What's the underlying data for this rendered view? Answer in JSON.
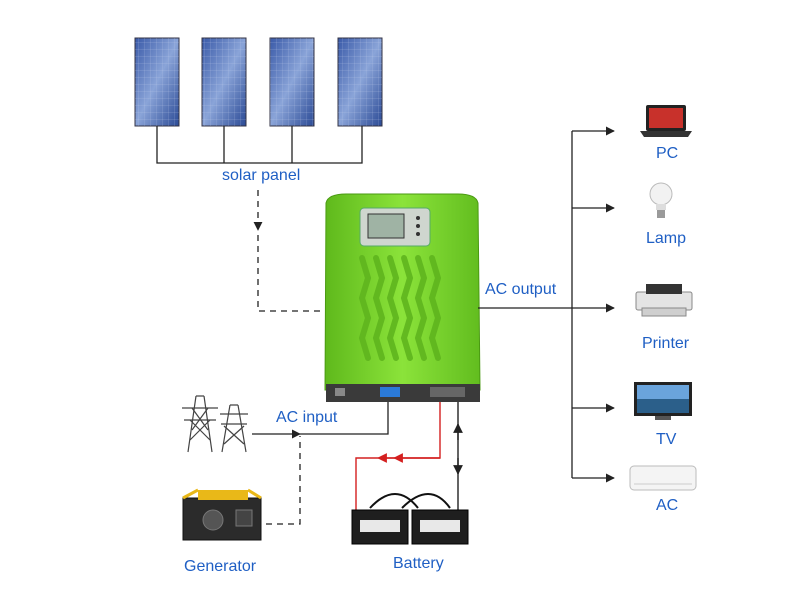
{
  "labels": {
    "solar_panel": "solar panel",
    "ac_output": "AC output",
    "ac_input": "AC input",
    "generator": "Generator",
    "battery": "Battery"
  },
  "loads": [
    {
      "name": "PC",
      "icon": "laptop-icon"
    },
    {
      "name": "Lamp",
      "icon": "lightbulb-icon"
    },
    {
      "name": "Printer",
      "icon": "printer-icon"
    },
    {
      "name": "TV",
      "icon": "tv-icon"
    },
    {
      "name": "AC",
      "icon": "air-conditioner-icon"
    }
  ],
  "colors": {
    "label": "#1f5fc4",
    "inverter_body": "#7cd92a",
    "battery_wire": "#d42020",
    "line": "#222222"
  }
}
